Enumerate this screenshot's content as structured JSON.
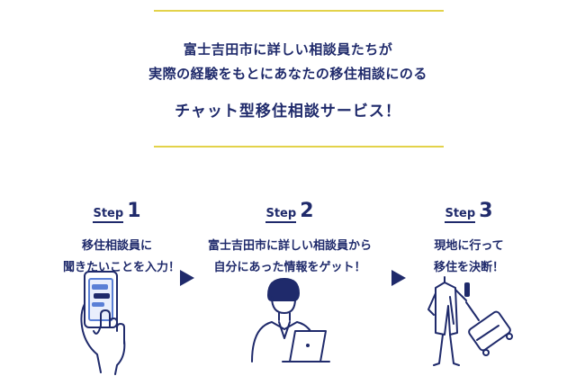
{
  "intro": {
    "line1": "富士吉田市に詳しい相談員たちが",
    "line2": "実際の経験をもとにあなたの移住相談にのる",
    "line3": "チャット型移住相談サービス！"
  },
  "steps": [
    {
      "word": "Step",
      "number": "1",
      "line1": "移住相談員に",
      "line2": "聞きたいことを入力！"
    },
    {
      "word": "Step",
      "number": "2",
      "line1": "富士吉田市に詳しい相談員から",
      "line2": "自分にあった情報をゲット！"
    },
    {
      "word": "Step",
      "number": "3",
      "line1": "現地に行って",
      "line2": "移住を決断！"
    }
  ],
  "colors": {
    "navy": "#1f2a6b",
    "rule": "#e3d24a",
    "accent_blue": "#5a7fd6"
  },
  "icons": {
    "step1": "hand-holding-phone-icon",
    "step2": "person-with-laptop-icon",
    "step3": "traveler-with-suitcase-icon",
    "arrow": "triangle-right-icon"
  }
}
